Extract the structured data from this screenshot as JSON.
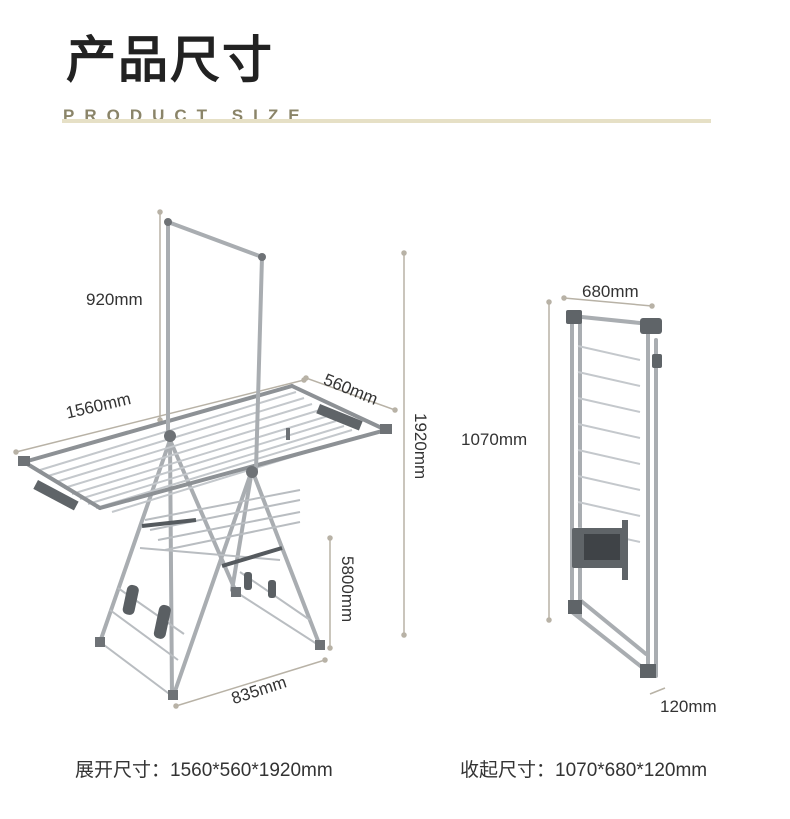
{
  "header": {
    "title": "产品尺寸",
    "subtitle": "PRODUCT SIZE"
  },
  "unfolded": {
    "hanger_height": "920mm",
    "wing_length": "1560mm",
    "wing_depth": "560mm",
    "total_height": "1920mm",
    "lower_height": "5800mm",
    "base_width": "835mm"
  },
  "folded": {
    "width": "680mm",
    "height": "1070mm",
    "thickness": "120mm"
  },
  "captions": {
    "unfolded": "展开尺寸：1560*560*1920mm",
    "folded": "收起尺寸：1070*680*120mm"
  },
  "colors": {
    "frame": "#a9adb1",
    "joint": "#6e7276",
    "dimension_line": "#b8b2a6",
    "accent": "#e6e0c6"
  }
}
